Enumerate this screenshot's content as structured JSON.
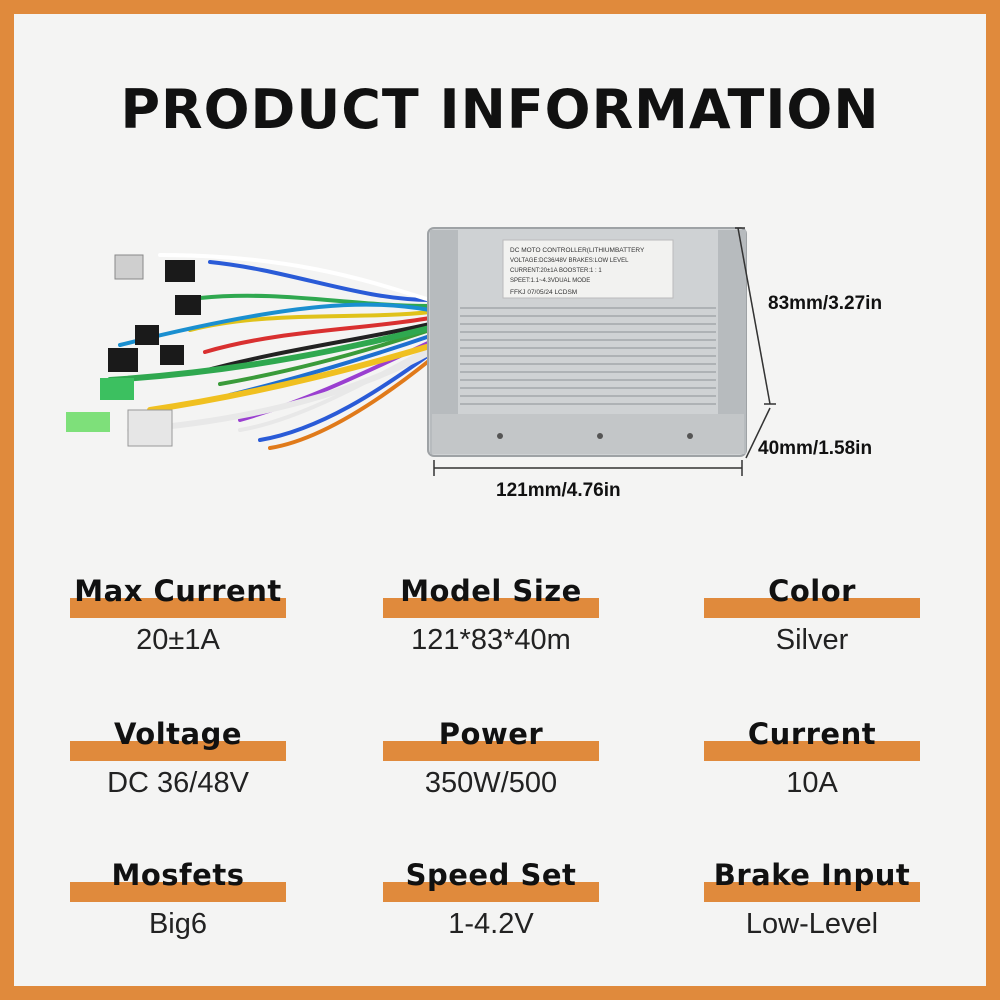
{
  "header": {
    "title": "PRODUCT INFORMATION"
  },
  "colors": {
    "accent": "#e08a3c",
    "panel": "#f4f4f3"
  },
  "product": {
    "label_lines": [
      "DC MOTO CONTROLLER(LITHIUMBATTERY",
      "VOLTAGE:DC36/48V    BRAKES:LOW LEVEL",
      "CURRENT:20±1A       BOOSTER:1 : 1",
      "SPEET:1.1~4.3VDUAL MODE",
      "FFKJ          07/05/24        LCDSM"
    ],
    "dimensions": {
      "height": "83mm/3.27in",
      "depth": "40mm/1.58in",
      "width": "121mm/4.76in"
    }
  },
  "specs": [
    {
      "label": "Max Current",
      "value": "20±1A"
    },
    {
      "label": "Model Size",
      "value": "121*83*40m"
    },
    {
      "label": "Color",
      "value": "Silver"
    },
    {
      "label": "Voltage",
      "value": "DC 36/48V"
    },
    {
      "label": "Power",
      "value": "350W/500"
    },
    {
      "label": "Current",
      "value": "10A"
    },
    {
      "label": "Mosfets",
      "value": "Big6"
    },
    {
      "label": "Speed Set",
      "value": "1-4.2V"
    },
    {
      "label": "Brake Input",
      "value": "Low-Level"
    }
  ]
}
